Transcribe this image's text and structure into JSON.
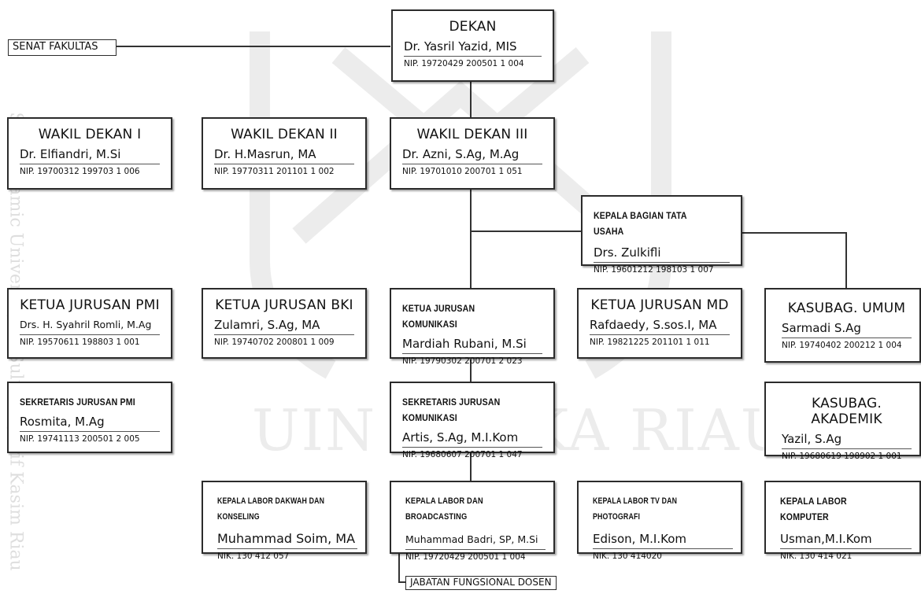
{
  "watermark": {
    "side": "State Islamic University of Sultan Syarif Kasim Riau",
    "center": "UIN SUSKA RIAU"
  },
  "labels": {
    "senat": "SENAT FAKULTAS",
    "fungsional": "JABATAN FUNGSIONAL DOSEN"
  },
  "nodes": {
    "dekan": {
      "title": "DEKAN",
      "name": "Dr. Yasril Yazid, MIS",
      "id": "NIP. 19720429 200501 1 004"
    },
    "wd1": {
      "title": "WAKIL DEKAN I",
      "name": "Dr. Elfiandri, M.Si",
      "id": "NIP. 19700312 199703 1 006"
    },
    "wd2": {
      "title": "WAKIL DEKAN II",
      "name": "Dr. H.Masrun, MA",
      "id": "NIP. 19770311 201101 1 002"
    },
    "wd3": {
      "title": "WAKIL DEKAN III",
      "name": "Dr. Azni, S.Ag, M.Ag",
      "id": "NIP. 19701010 200701 1 051"
    },
    "kabag": {
      "title": "KEPALA BAGIAN TATA USAHA",
      "name": "Drs. Zulkifli",
      "id": "NIP. 19601212 198103 1 007"
    },
    "kj_pmi": {
      "title": "KETUA JURUSAN PMI",
      "name": "Drs. H. Syahril Romli, M.Ag",
      "id": "NIP. 19570611 198803 1 001"
    },
    "kj_bki": {
      "title": "KETUA JURUSAN BKI",
      "name": "Zulamri, S.Ag, MA",
      "id": "NIP. 19740702 200801 1 009"
    },
    "kj_kom": {
      "title": "KETUA JURUSAN KOMUNIKASI",
      "name": "Mardiah Rubani, M.Si",
      "id": "NIP. 19790302 200701 2 023"
    },
    "kj_md": {
      "title": "KETUA JURUSAN MD",
      "name": "Rafdaedy, S.sos.I, MA",
      "id": "NIP. 19821225 201101 1 011"
    },
    "ksb_umum": {
      "title": "KASUBAG. UMUM",
      "name": "Sarmadi S.Ag",
      "id": "NIP. 19740402 200212 1 004"
    },
    "sj_pmi": {
      "title": "SEKRETARIS JURUSAN PMI",
      "name": "Rosmita, M.Ag",
      "id": "NIP. 19741113 200501 2 005"
    },
    "sj_kom": {
      "title": "SEKRETARIS JURUSAN KOMUNIKASI",
      "name": "Artis, S.Ag, M.I.Kom",
      "id": "NIP. 19680607 200701 1 047"
    },
    "ksb_akad": {
      "title": "KASUBAG. AKADEMIK",
      "name": "Yazil, S.Ag",
      "id": "NIP. 19680619 198902 1 001"
    },
    "lab_dk": {
      "title": "KEPALA LABOR DAKWAH DAN KONSELING",
      "name": "Muhammad Soim, MA",
      "id": "NIK. 130 412 057"
    },
    "lab_bc": {
      "title": "KEPALA LABOR DAN BROADCASTING",
      "name": "Muhammad Badri, SP, M.Si",
      "id": "NIP. 19720429 200501 1 004"
    },
    "lab_tv": {
      "title": "KEPALA LABOR TV DAN PHOTOGRAFI",
      "name": "Edison, M.I.Kom",
      "id": "NIK. 130 414020"
    },
    "lab_komp": {
      "title": "KEPALA LABOR KOMPUTER",
      "name": "Usman,M.I.Kom",
      "id": "NIK. 130 414 021"
    }
  }
}
